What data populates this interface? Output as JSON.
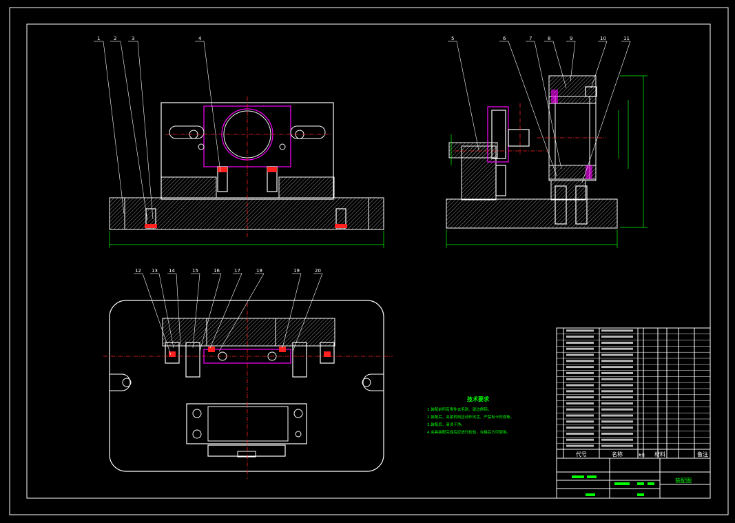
{
  "callouts": {
    "front": [
      "1",
      "2",
      "3",
      "4"
    ],
    "side": [
      "5",
      "6",
      "7",
      "8",
      "9",
      "10",
      "11"
    ],
    "top": [
      "12",
      "13",
      "14",
      "15",
      "16",
      "17",
      "18",
      "19",
      "20"
    ]
  },
  "tech_requirements": {
    "title": "技术要求",
    "lines": [
      "1.装配前所有零件去毛刺、锐边倒钝。",
      "2.装配后，夹紧机构应动作灵活，严禁有卡死现象。",
      "3.装配后，清洗干净。",
      "4.夹具装配完成后应进行检验，合格后方可使用。"
    ]
  },
  "title_block": {
    "header_codes": "代号",
    "header_name": "名称",
    "header_qty": "数量",
    "header_material": "材料",
    "header_remark": "备注",
    "drawing_title": "装配图"
  }
}
